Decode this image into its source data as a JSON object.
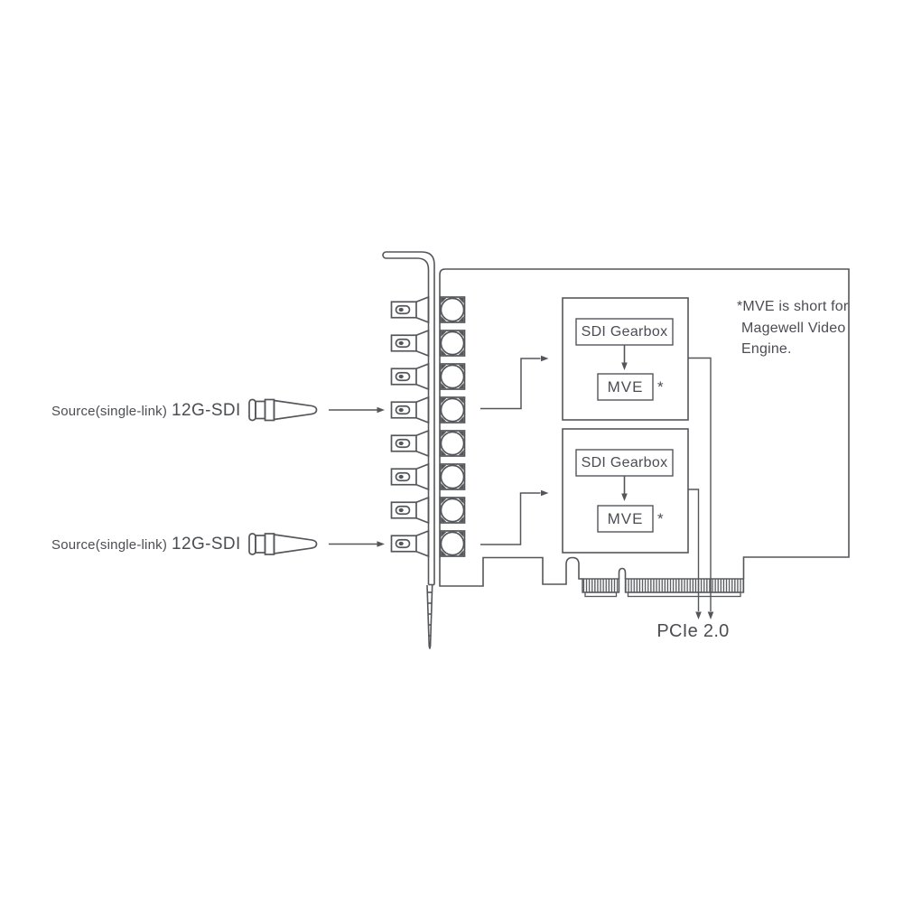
{
  "sources": [
    {
      "name_small": "Source(single-link)",
      "name_large": "12G-SDI"
    },
    {
      "name_small": "Source(single-link)",
      "name_large": "12G-SDI"
    }
  ],
  "card": {
    "connector_count": 8,
    "blocks": [
      {
        "gearbox_label": "SDI Gearbox",
        "engine_label": "MVE",
        "footnote_marker": "*"
      },
      {
        "gearbox_label": "SDI Gearbox",
        "engine_label": "MVE",
        "footnote_marker": "*"
      }
    ],
    "bus_label": "PCIe 2.0"
  },
  "note": {
    "lines": [
      "*MVE is short for",
      "Magewell Video",
      "Engine."
    ]
  },
  "icons": [
    "bnc-plug-icon",
    "bnc-jack-icon",
    "sdi-cable-connector-icon",
    "arrow-icon",
    "pci-bracket-icon",
    "pcie-edge-connector-icon"
  ],
  "colors": {
    "stroke": "#54565a",
    "text": "#4b4d52",
    "background": "#ffffff"
  }
}
